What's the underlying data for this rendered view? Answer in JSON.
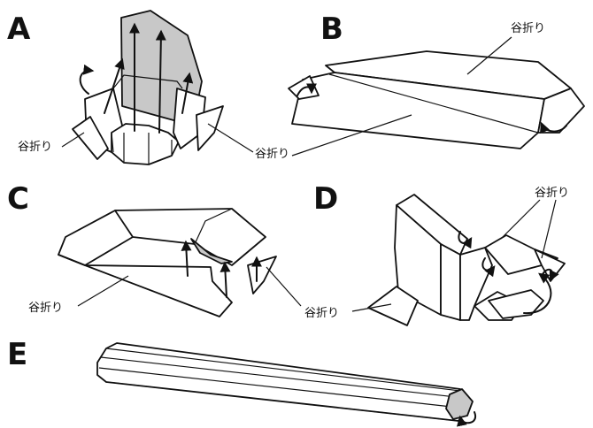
{
  "panels": [
    {
      "id": "A",
      "letter": "A"
    },
    {
      "id": "B",
      "letter": "B"
    },
    {
      "id": "C",
      "letter": "C"
    },
    {
      "id": "D",
      "letter": "D"
    },
    {
      "id": "E",
      "letter": "E"
    }
  ],
  "fold_labels": {
    "a": "谷折り",
    "b_top": "谷折り",
    "b_bottom": "谷折り",
    "c": "谷折り",
    "d_top": "谷折り",
    "d_bottom": "谷折り"
  },
  "colors": {
    "line": "#111111",
    "shade": "#c8c8c8",
    "background": "#ffffff"
  }
}
